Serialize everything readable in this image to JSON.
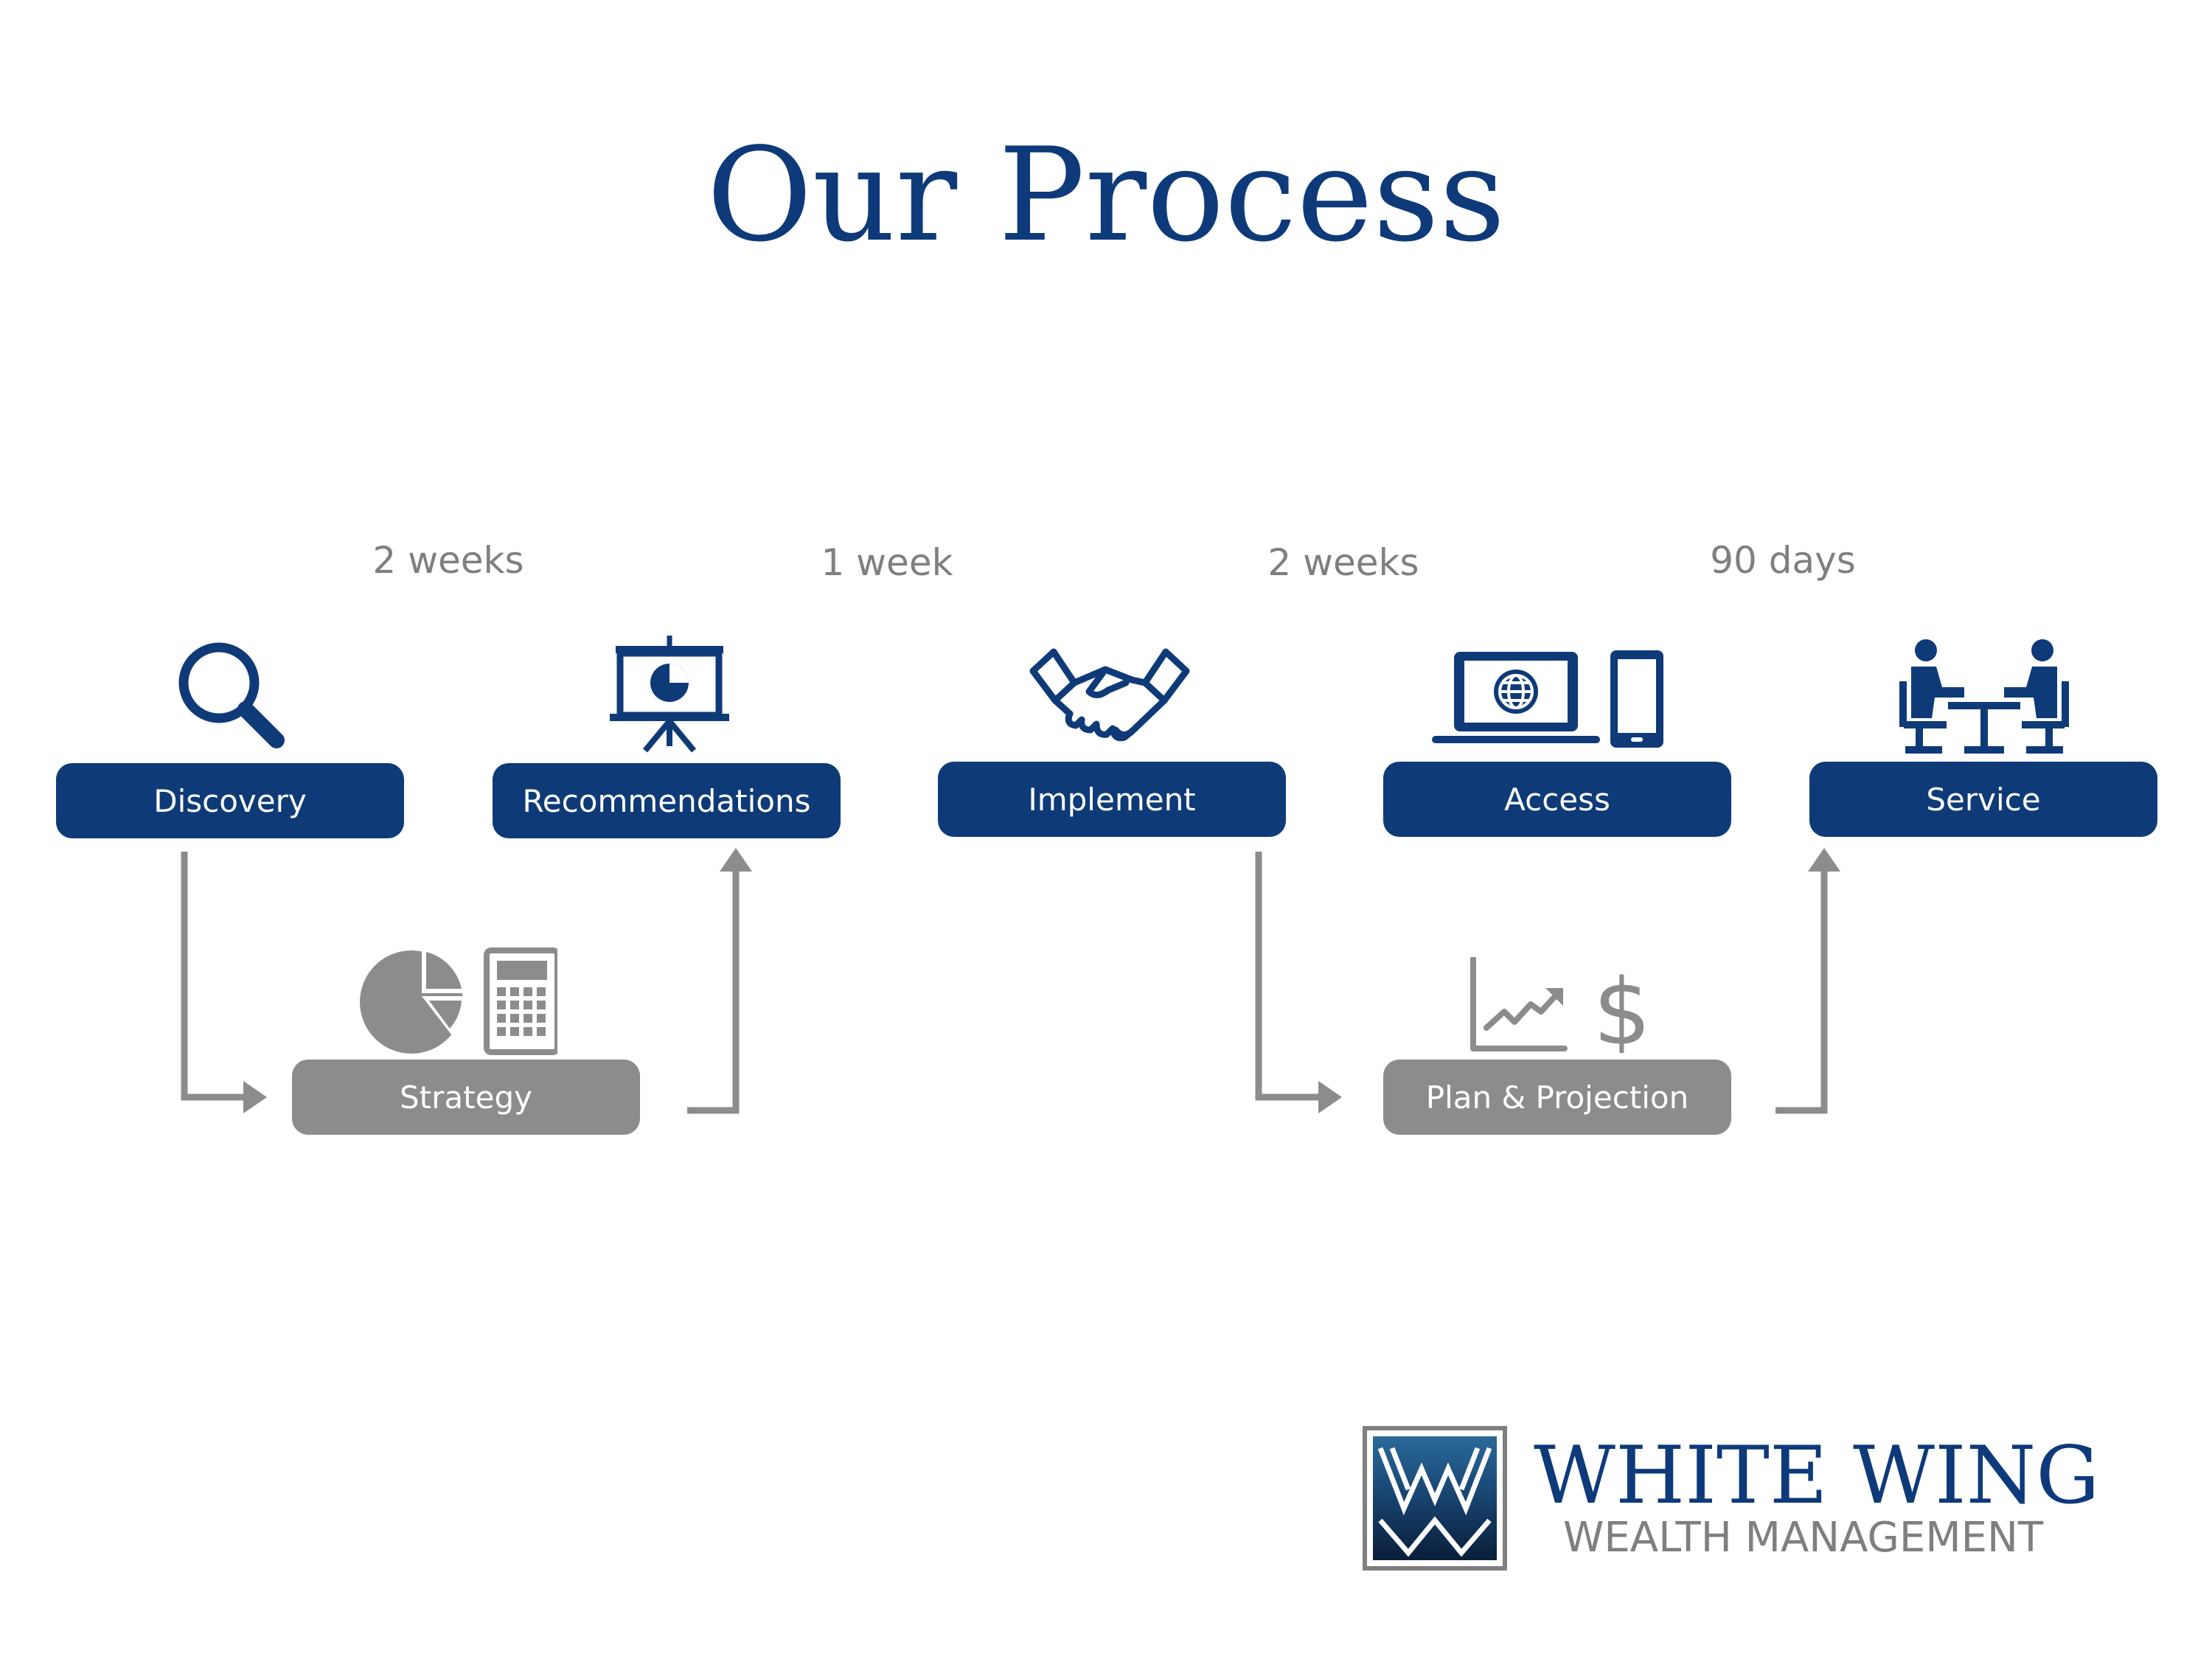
{
  "title": "Our Process",
  "durations": [
    "2 weeks",
    "1 week",
    "2 weeks",
    "90 days"
  ],
  "steps": {
    "discovery": "Discovery",
    "recommendations": "Recommendations",
    "implement": "Implement",
    "access": "Access",
    "service": "Service",
    "strategy": "Strategy",
    "plan_projection": "Plan & Projection"
  },
  "icons": {
    "discovery": "magnifier-icon",
    "recommendations": "presentation-board-icon",
    "implement": "handshake-icon",
    "access": "laptop-globe-and-tablet-icon",
    "service": "meeting-table-icon",
    "strategy": "pie-chart-and-calculator-icon",
    "plan_projection": "growth-chart-and-dollar-icon"
  },
  "colors": {
    "primary_blue": "#0f3a78",
    "secondary_gray": "#8c8c8c",
    "text_gray": "#7f7f7f"
  },
  "logo": {
    "name": "WHITE WING",
    "subtitle": "WEALTH MANAGEMENT"
  }
}
